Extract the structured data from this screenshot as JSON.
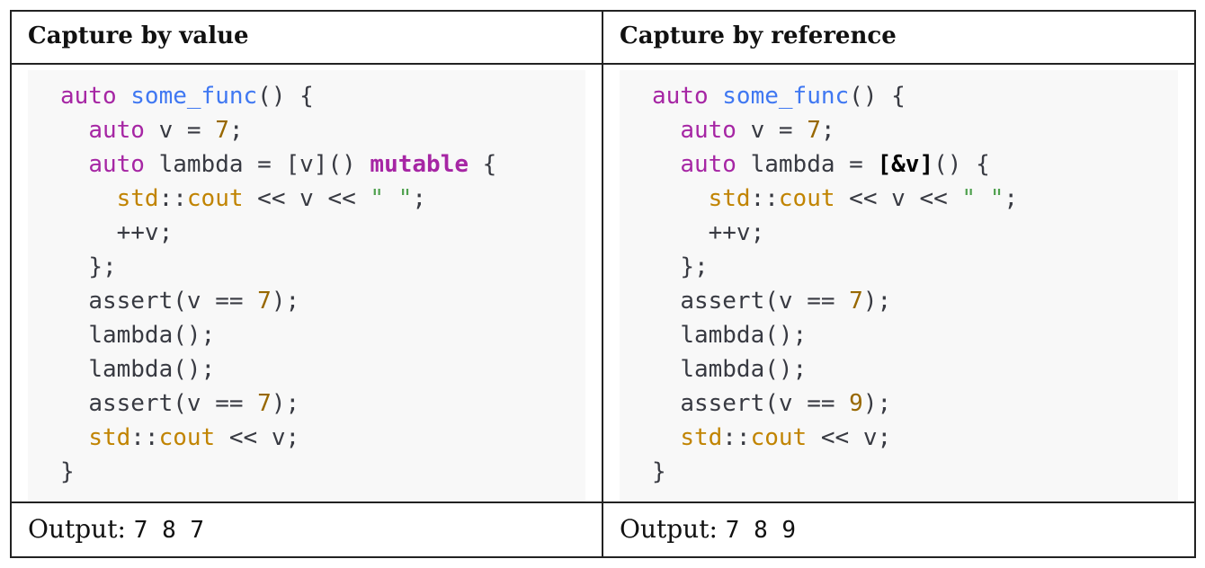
{
  "columns": [
    {
      "header": "Capture by value",
      "code": {
        "l1_kw": "auto",
        "l1_fn": "some_func",
        "l1_rest": "() {",
        "l2_kw": "auto",
        "l2_mid": " v = ",
        "l2_num": "7",
        "l2_end": ";",
        "l3_kw": "auto",
        "l3_mid": " lambda = ",
        "l3_capture": "[v]",
        "l3_parens": "()",
        "l3_mut": "mutable",
        "l3_end": " {",
        "l4_ns1": "std",
        "l4_sep": "::",
        "l4_ns2": "cout",
        "l4_mid": " << v << ",
        "l4_str": "\" \"",
        "l4_end": ";",
        "l5": "++v;",
        "l6": "};",
        "l7_a": "assert(v == ",
        "l7_num": "7",
        "l7_end": ");",
        "l8": "lambda();",
        "l9": "lambda();",
        "l10_a": "assert(v == ",
        "l10_num": "7",
        "l10_end": ");",
        "l11_ns1": "std",
        "l11_sep": "::",
        "l11_ns2": "cout",
        "l11_end": " << v;",
        "l12": "}"
      },
      "output_label": "Output:",
      "output_values": "7 8 7"
    },
    {
      "header": "Capture by reference",
      "code": {
        "l1_kw": "auto",
        "l1_fn": "some_func",
        "l1_rest": "() {",
        "l2_kw": "auto",
        "l2_mid": " v = ",
        "l2_num": "7",
        "l2_end": ";",
        "l3_kw": "auto",
        "l3_mid": " lambda = ",
        "l3_capture": "[&v]",
        "l3_parens": "()",
        "l3_end": " {",
        "l4_ns1": "std",
        "l4_sep": "::",
        "l4_ns2": "cout",
        "l4_mid": " << v << ",
        "l4_str": "\" \"",
        "l4_end": ";",
        "l5": "++v;",
        "l6": "};",
        "l7_a": "assert(v == ",
        "l7_num": "7",
        "l7_end": ");",
        "l8": "lambda();",
        "l9": "lambda();",
        "l10_a": "assert(v == ",
        "l10_num": "9",
        "l10_end": ");",
        "l11_ns1": "std",
        "l11_sep": "::",
        "l11_ns2": "cout",
        "l11_end": " << v;",
        "l12": "}"
      },
      "output_label": "Output:",
      "output_values": "7 8 9"
    }
  ],
  "colors": {
    "keyword": "#a626a4",
    "function": "#4078f2",
    "number": "#986801",
    "namespace": "#c18401",
    "string": "#50a14f",
    "text": "#383a42",
    "code_background": "#f8f8f8"
  }
}
